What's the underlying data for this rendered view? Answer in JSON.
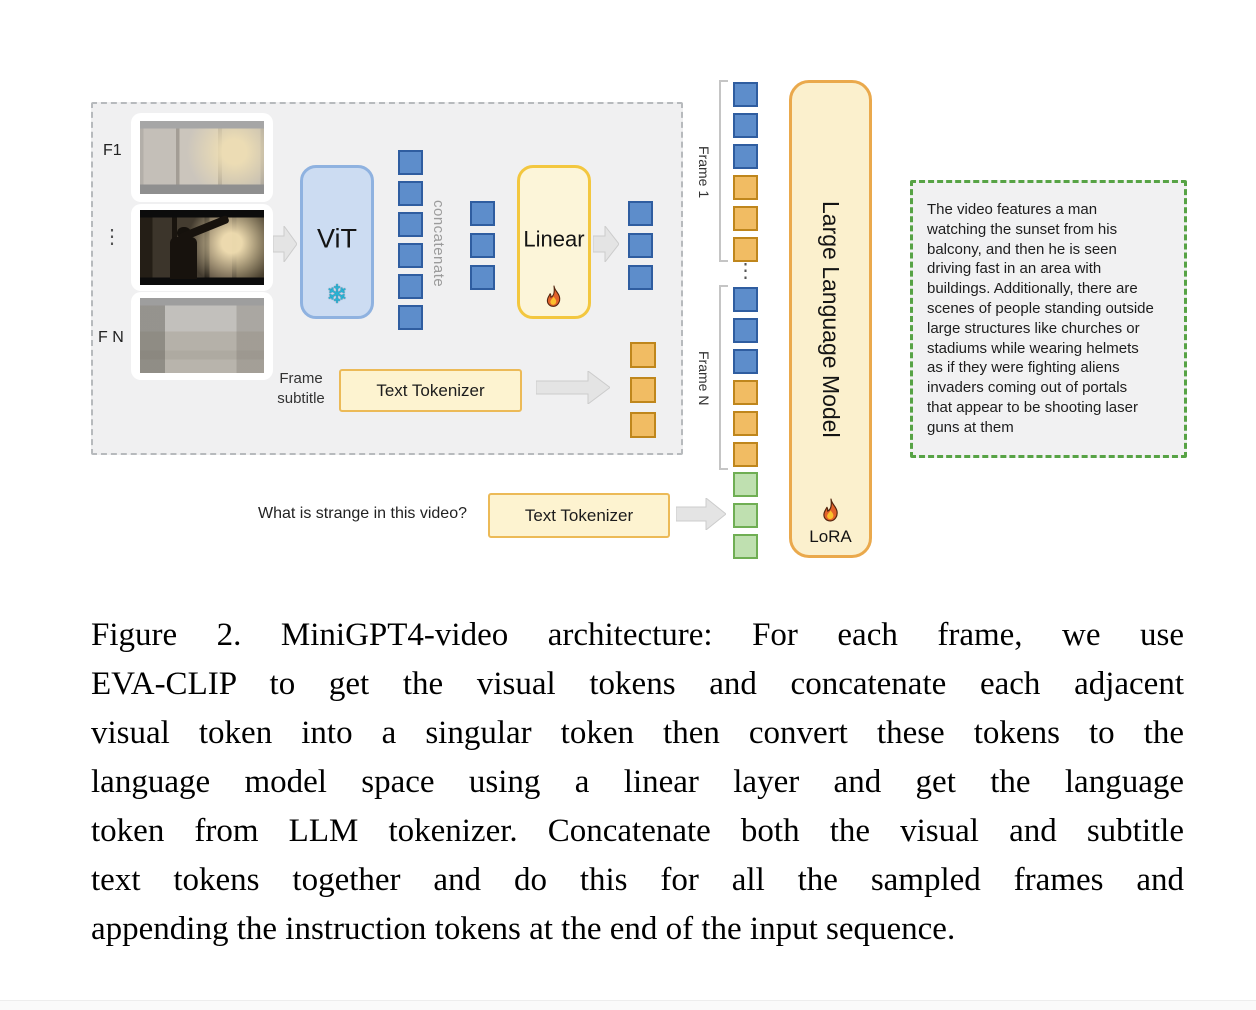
{
  "figure": {
    "frames": {
      "first_label": "F1",
      "ellipsis": "⋮",
      "last_label": "F N"
    },
    "vit_label": "ViT",
    "concatenate_label": "concatenate",
    "linear_label": "Linear",
    "frame_subtitle_label": "Frame subtitle",
    "subtitle_tokenizer_label": "Text Tokenizer",
    "sequence": {
      "frame1_label": "Frame 1",
      "frameN_label": "Frame N",
      "ellipsis": "⋮",
      "vit_output_tokens": [
        "blue",
        "blue",
        "blue",
        "blue",
        "blue",
        "blue"
      ],
      "concatenated_tokens": [
        "blue",
        "blue",
        "blue"
      ],
      "linear_output_tokens": [
        "blue",
        "blue",
        "blue"
      ],
      "subtitle_tokens": [
        "orange",
        "orange",
        "orange"
      ],
      "frame1_tokens": [
        "blue",
        "blue",
        "blue",
        "orange",
        "orange",
        "orange"
      ],
      "frameN_tokens": [
        "blue",
        "blue",
        "blue",
        "orange",
        "orange",
        "orange"
      ],
      "instruction_tokens": [
        "green",
        "green",
        "green"
      ]
    },
    "llm": {
      "label": "Large Language Model",
      "adapter_label": "LoRA"
    },
    "question_text": "What is strange in this video?",
    "question_tokenizer_label": "Text Tokenizer",
    "output_lines": [
      "The video features a man",
      "watching the sunset from his",
      "balcony, and then he is seen",
      "driving fast in an area with",
      "buildings. Additionally, there are",
      "scenes of people standing outside",
      "large structures like churches or",
      "stadiums while wearing helmets",
      "as if they were fighting aliens",
      "invaders coming out of portals",
      "that appear to be shooting laser",
      "guns at them"
    ],
    "token_colors": {
      "visual_blue": "#5d8dcb",
      "subtitle_orange": "#f1bc63",
      "instruction_green": "#bfe0b0"
    }
  },
  "caption": {
    "lines": [
      "Figure 2. MiniGPT4-video architecture: For each frame, we use",
      "EVA-CLIP to get the visual tokens and concatenate each adjacent",
      "visual token into a singular token then convert these tokens to the",
      "language model space using a linear layer and get the language",
      "token from LLM tokenizer. Concatenate both the visual and subtitle",
      "text tokens together and do this for all the sampled frames and",
      "appending the instruction tokens at the end of the input sequence."
    ]
  }
}
